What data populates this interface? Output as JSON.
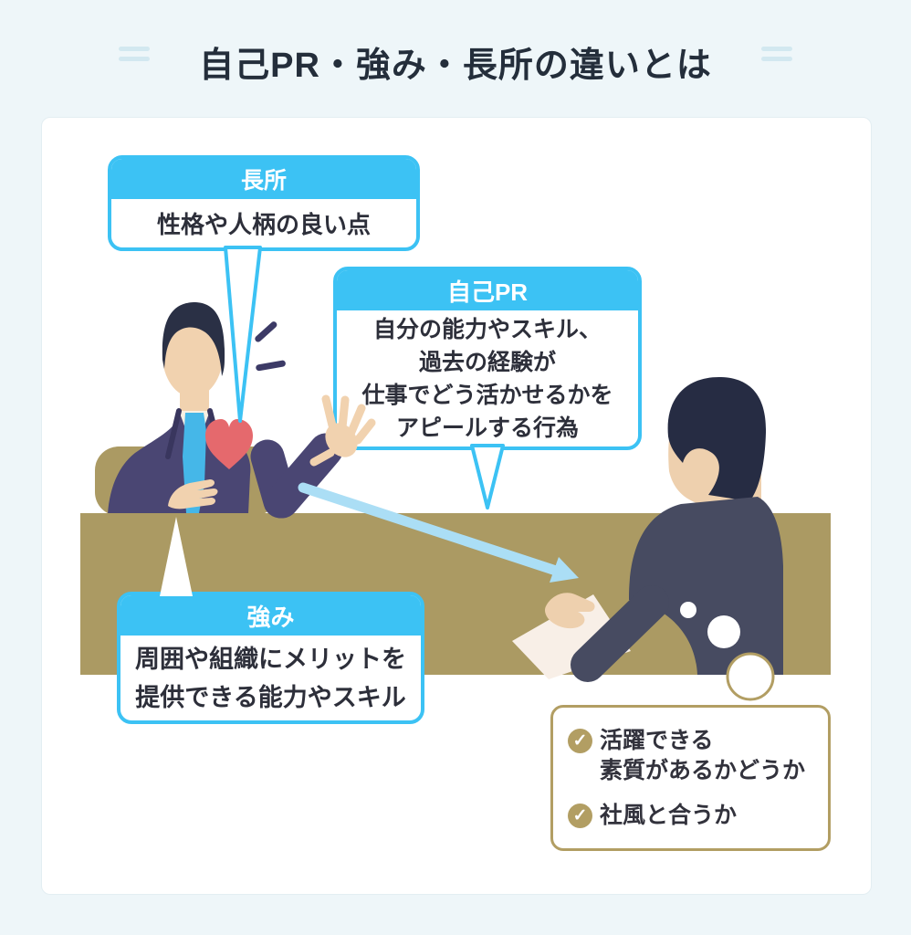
{
  "title": {
    "text": "自己PR・強み・長所の違いとは"
  },
  "bubbles": {
    "chousho": {
      "label": "長所",
      "body": "性格や人柄の良い点"
    },
    "jikopr": {
      "label": "自己PR",
      "lines": [
        "自分の能力やスキル、",
        "過去の経験が",
        "仕事でどう活かせるかを",
        "アピールする行為"
      ]
    },
    "tsuyomi": {
      "label": "強み",
      "lines": [
        "周囲や組織にメリットを",
        "提供できる能力やスキル"
      ]
    }
  },
  "checklist": {
    "items": [
      {
        "icon": "check-circle",
        "lines": [
          "活躍できる",
          "素質があるかどうか"
        ]
      },
      {
        "icon": "check-circle",
        "lines": [
          "社風と合うか"
        ]
      }
    ]
  },
  "icons": {
    "check": "✓"
  },
  "colors": {
    "page_bg": "#eef6f9",
    "card_bg": "#ffffff",
    "bubble_blue": "#3cc2f4",
    "text_dark": "#2d2f3a",
    "tan": "#ab9a63",
    "checklist_accent": "#b29e63",
    "heart_red": "#e5696d",
    "arrow_blue": "#abdef5",
    "presenter_suit": "#4a4673",
    "interviewer_suit": "#474b61",
    "skin": "#f1d2af",
    "hair": "#2a3045",
    "tie_blue": "#45b7e8",
    "title_accent": "#d2e8f0"
  }
}
